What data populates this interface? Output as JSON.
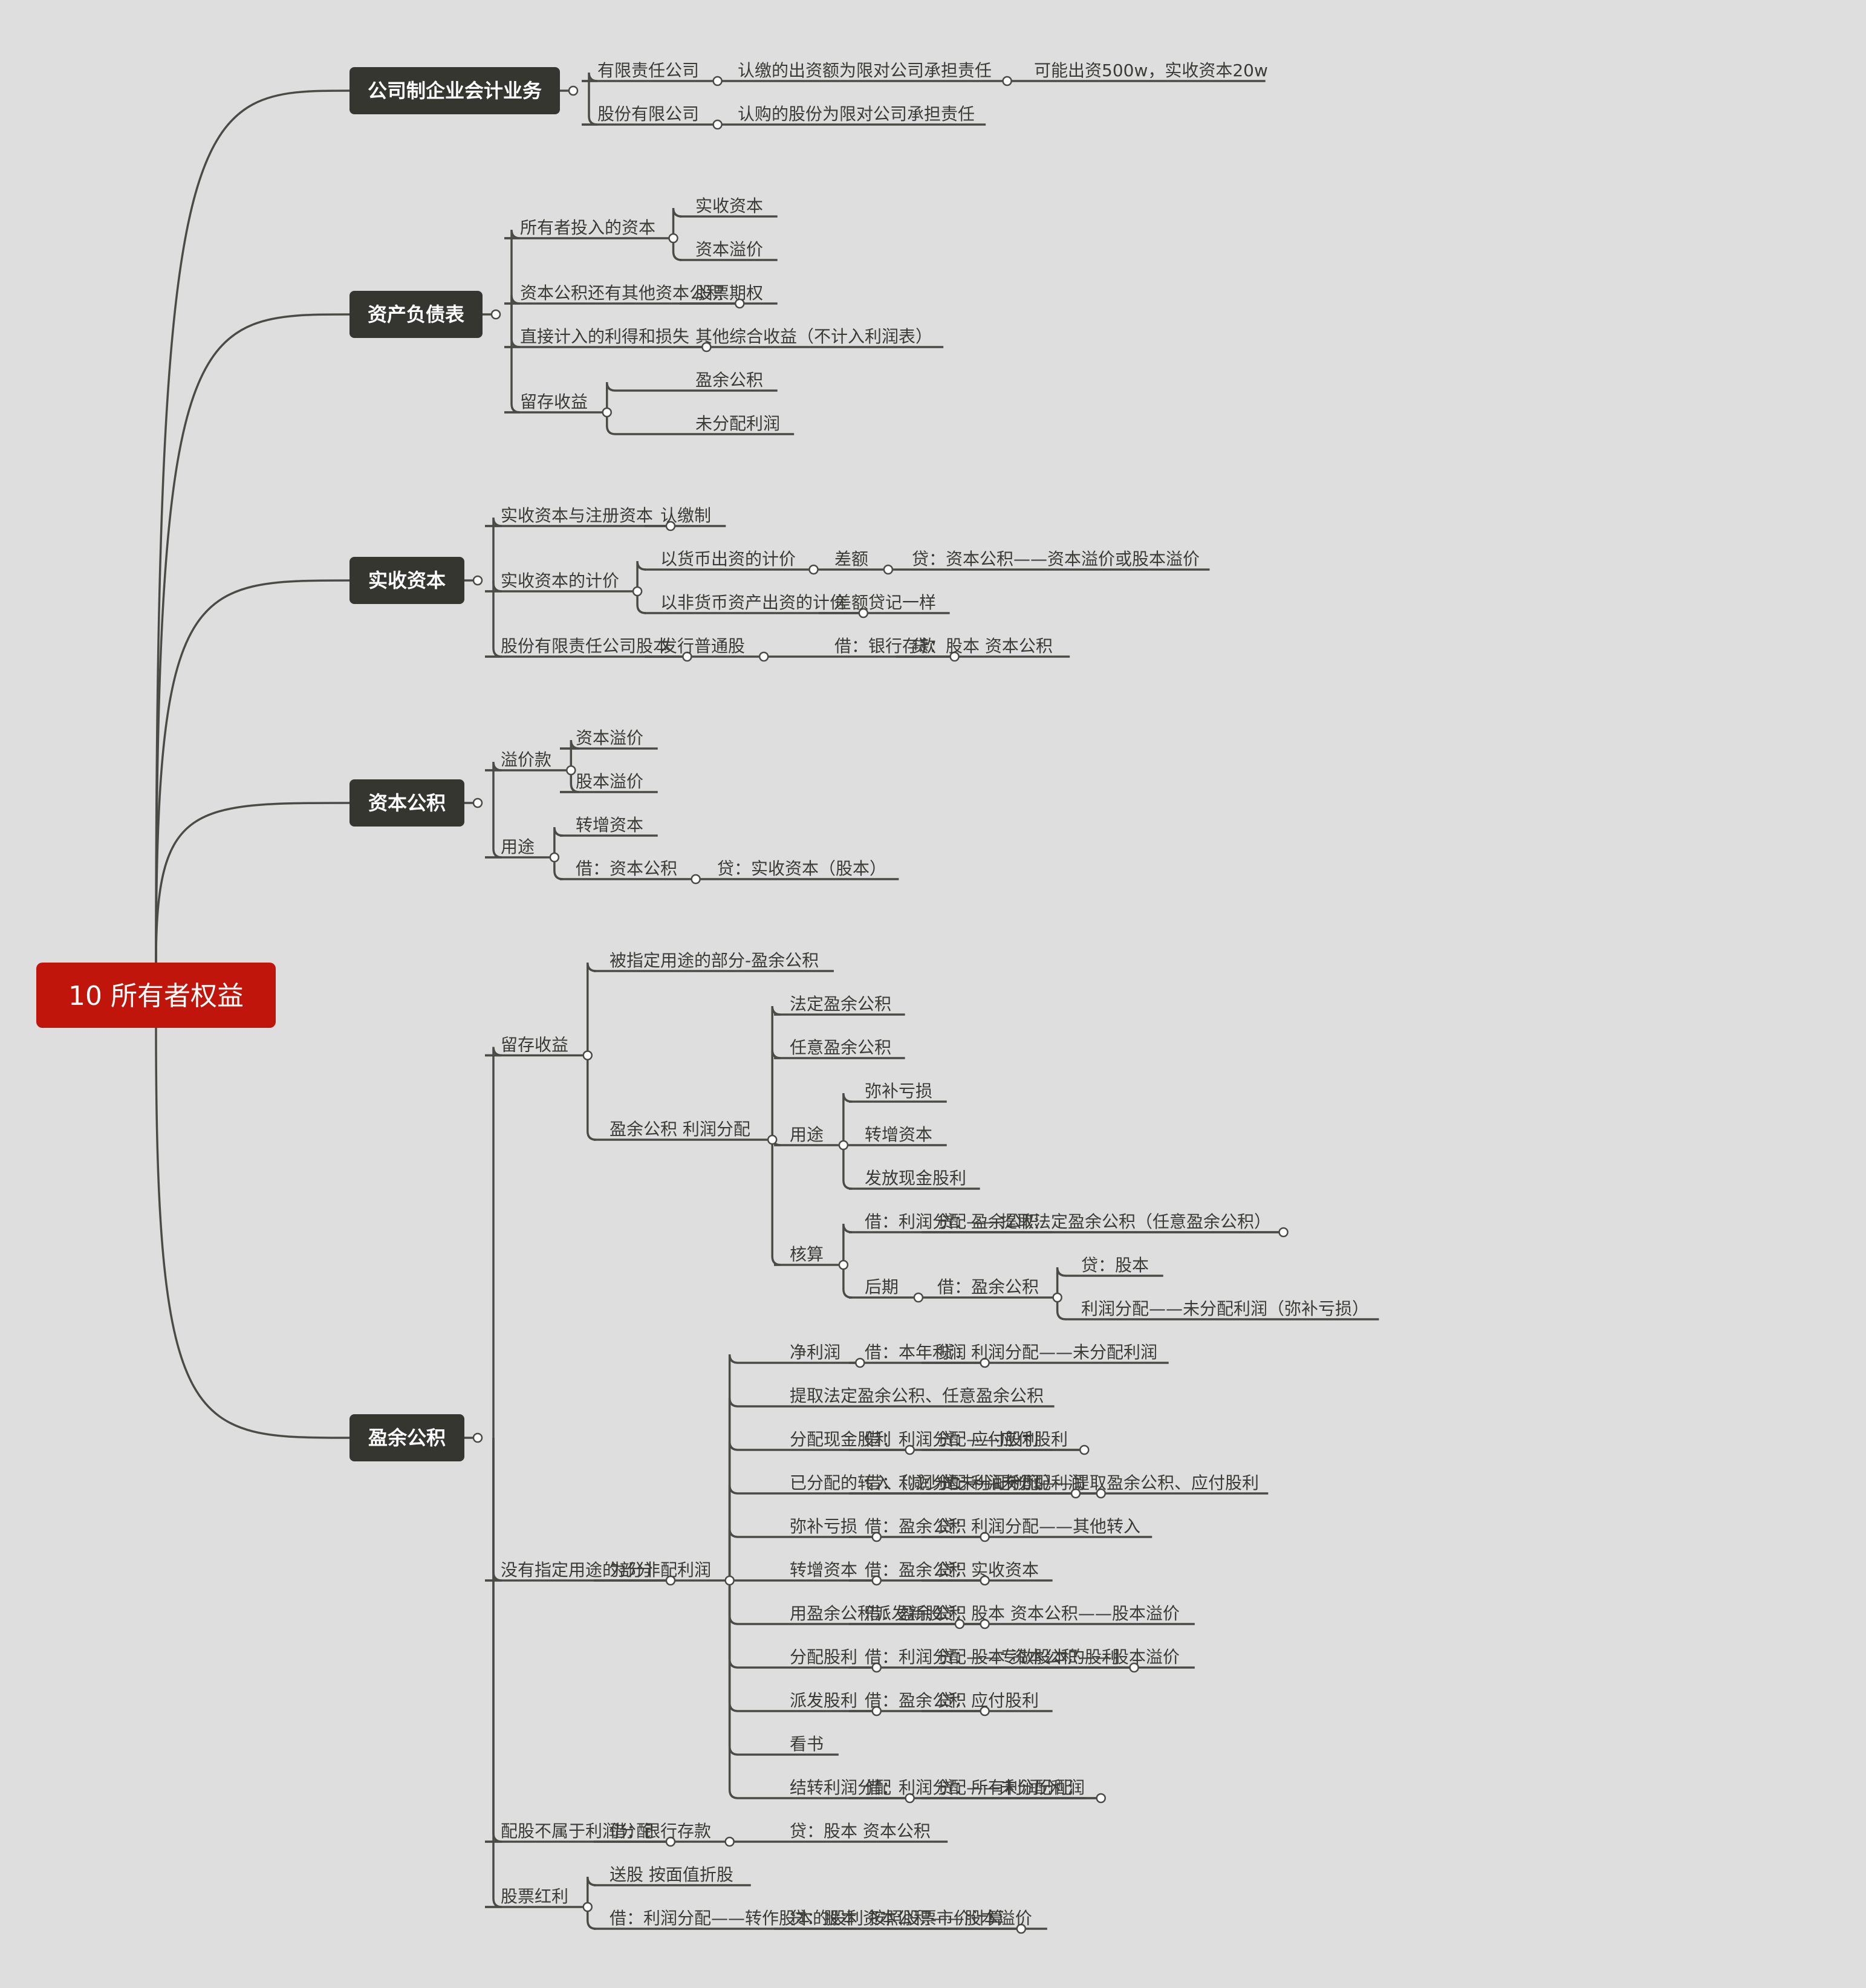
{
  "root": "10 所有者权益",
  "branches": [
    {
      "id": "b1",
      "title": "公司制企业会计业务",
      "children": [
        {
          "text": "有限责任公司",
          "children": [
            {
              "text": "认缴的出资额为限对公司承担责任",
              "children": [
                {
                  "text": "可能出资500w，实收资本20w"
                }
              ]
            }
          ]
        },
        {
          "text": "股份有限公司",
          "children": [
            {
              "text": "认购的股份为限对公司承担责任"
            }
          ]
        }
      ]
    },
    {
      "id": "b2",
      "title": "资产负债表",
      "children": [
        {
          "text": "所有者投入的资本",
          "children": [
            {
              "text": "实收资本"
            },
            {
              "text": "资本溢价"
            }
          ]
        },
        {
          "text": "资本公积还有其他资本公积",
          "children": [
            {
              "text": "股票期权"
            }
          ]
        },
        {
          "text": "直接计入的利得和损失",
          "children": [
            {
              "text": "其他综合收益（不计入利润表）"
            }
          ]
        },
        {
          "text": "留存收益",
          "children": [
            {
              "text": "盈余公积"
            },
            {
              "text": "未分配利润"
            }
          ]
        }
      ]
    },
    {
      "id": "b3",
      "title": "实收资本",
      "children": [
        {
          "text": "实收资本与注册资本",
          "children": [
            {
              "text": "认缴制"
            }
          ]
        },
        {
          "text": "实收资本的计价",
          "children": [
            {
              "text": "以货币出资的计价",
              "children": [
                {
                  "text": "差额",
                  "children": [
                    {
                      "text": "贷：资本公积——资本溢价或股本溢价"
                    }
                  ]
                }
              ]
            },
            {
              "text": "以非货币资产出资的计价",
              "children": [
                {
                  "text": "差额贷记一样"
                }
              ]
            }
          ]
        },
        {
          "text": "股份有限责任公司股本",
          "children": [
            {
              "text": "发行普通股",
              "children": [
                {
                  "text": "借：银行存款",
                  "children": [
                    {
                      "text": "贷：股本 资本公积"
                    }
                  ]
                }
              ]
            }
          ]
        }
      ]
    },
    {
      "id": "b4",
      "title": "资本公积",
      "children": [
        {
          "text": "溢价款",
          "children": [
            {
              "text": "资本溢价"
            },
            {
              "text": "股本溢价"
            }
          ]
        },
        {
          "text": "用途",
          "children": [
            {
              "text": "转增资本"
            },
            {
              "text": "借：资本公积",
              "children": [
                {
                  "text": "贷：实收资本（股本）"
                }
              ]
            }
          ]
        }
      ]
    },
    {
      "id": "b5",
      "title": "盈余公积",
      "children": [
        {
          "text": "留存收益",
          "children": [
            {
              "text": "被指定用途的部分-盈余公积"
            },
            {
              "text": "盈余公积 利润分配",
              "children": [
                {
                  "text": "法定盈余公积"
                },
                {
                  "text": "任意盈余公积"
                },
                {
                  "text": "用途",
                  "children": [
                    {
                      "text": "弥补亏损"
                    },
                    {
                      "text": "转增资本"
                    },
                    {
                      "text": "发放现金股利"
                    }
                  ]
                },
                {
                  "text": "核算",
                  "children": [
                    {
                      "text": "借：利润分配——提取法定盈余公积（任意盈余公积）",
                      "children": [
                        {
                          "text": "贷：盈余公积"
                        }
                      ]
                    },
                    {
                      "text": "后期",
                      "children": [
                        {
                          "text": "借：盈余公积",
                          "children": [
                            {
                              "text": "贷：股本"
                            },
                            {
                              "text": "利润分配——未分配利润（弥补亏损）"
                            }
                          ]
                        }
                      ]
                    }
                  ]
                }
              ]
            }
          ]
        },
        {
          "text": "没有指定用途的部分",
          "children": [
            {
              "text": "为分非配利润",
              "children": [
                {
                  "text": "净利润",
                  "children": [
                    {
                      "text": "借：本年利润",
                      "children": [
                        {
                          "text": "贷：利润分配——未分配利润"
                        }
                      ]
                    }
                  ]
                },
                {
                  "text": "提取法定盈余公积、任意盈余公积"
                },
                {
                  "text": "分配现金股利",
                  "children": [
                    {
                      "text": "借：利润分配——应付股利",
                      "children": [
                        {
                          "text": "贷：应付股利"
                        }
                      ]
                    }
                  ]
                },
                {
                  "text": "已分配的转入（减少的未分配利润）",
                  "children": [
                    {
                      "text": "借：利润分配——未分配利润",
                      "children": [
                        {
                          "text": "贷：利润分配——提取盈余公积、应付股利"
                        }
                      ]
                    }
                  ]
                },
                {
                  "text": "弥补亏损",
                  "children": [
                    {
                      "text": "借：盈余公积",
                      "children": [
                        {
                          "text": "贷：利润分配——其他转入"
                        }
                      ]
                    }
                  ]
                },
                {
                  "text": "转增资本",
                  "children": [
                    {
                      "text": "借：盈余公积",
                      "children": [
                        {
                          "text": "贷：实收资本"
                        }
                      ]
                    }
                  ]
                },
                {
                  "text": "用盈余公积派发新股",
                  "children": [
                    {
                      "text": "借：盈余公积",
                      "children": [
                        {
                          "text": "贷：股本 资本公积——股本溢价"
                        }
                      ]
                    }
                  ]
                },
                {
                  "text": "分配股利",
                  "children": [
                    {
                      "text": "借：利润分配——专做股本的股利",
                      "children": [
                        {
                          "text": "贷：股本 资本公积——股本溢价"
                        }
                      ]
                    }
                  ]
                },
                {
                  "text": "派发股利",
                  "children": [
                    {
                      "text": "借：盈余公积",
                      "children": [
                        {
                          "text": "贷：应付股利"
                        }
                      ]
                    }
                  ]
                },
                {
                  "text": "看书"
                },
                {
                  "text": "结转利润分配",
                  "children": [
                    {
                      "text": "借：利润分配——未分配利润",
                      "children": [
                        {
                          "text": "贷：所有利润分配"
                        }
                      ]
                    }
                  ]
                }
              ]
            }
          ]
        },
        {
          "text": "配股不属于利润分配",
          "children": [
            {
              "text": "借：银行存款",
              "children": [
                {
                  "text": "贷：股本 资本公积"
                }
              ]
            }
          ]
        },
        {
          "text": "股票红利",
          "children": [
            {
              "text": "送股 按面值折股"
            },
            {
              "text": "借：利润分配——转作股本的股利 按照股票市价计算",
              "children": [
                {
                  "text": "贷：股本 资本公积——股本溢价"
                }
              ]
            }
          ]
        }
      ]
    }
  ],
  "colors": {
    "background": "#dedede",
    "root": "#c0150b",
    "branch": "#363630",
    "line": "#4a4a46",
    "text": "#3a3a36"
  }
}
